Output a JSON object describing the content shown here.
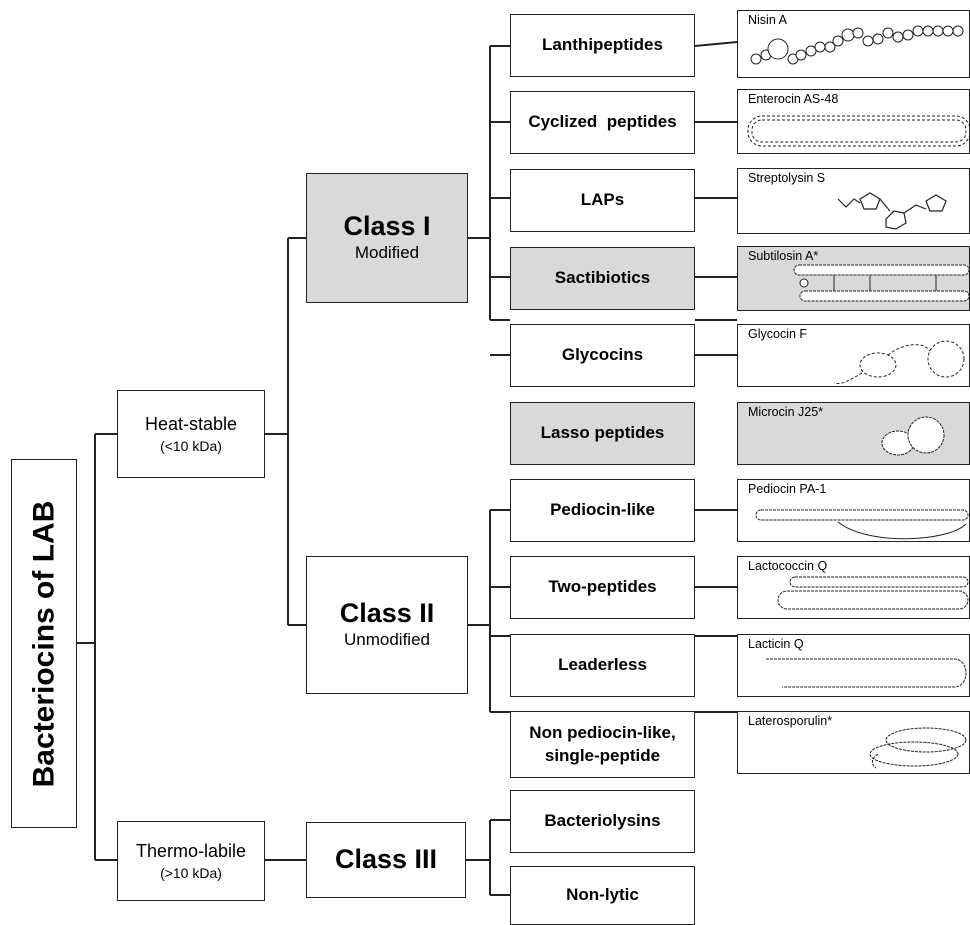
{
  "root": {
    "title": "Bacteriocins of LAB"
  },
  "stability": {
    "heat_stable": {
      "name": "Heat-stable",
      "size": "(<10 kDa)"
    },
    "thermo_labile": {
      "name": "Thermo-labile",
      "size": "(>10 kDa)"
    }
  },
  "classes": {
    "class1": {
      "name": "Class I",
      "desc": "Modified"
    },
    "class2": {
      "name": "Class II",
      "desc": "Unmodified"
    },
    "class3": {
      "name": "Class III"
    }
  },
  "subclasses": {
    "lanthipeptides": {
      "label": "Lanthipeptides",
      "example": "Nisin A"
    },
    "cyclized": {
      "label": "Cyclized  peptides",
      "example": "Enterocin AS-48"
    },
    "laps": {
      "label": "LAPs",
      "example": "Streptolysin S"
    },
    "sactibiotics": {
      "label": "Sactibiotics",
      "example": "Subtilosin A*"
    },
    "glycocins": {
      "label": "Glycocins",
      "example": "Glycocin F"
    },
    "lasso": {
      "label": "Lasso peptides",
      "example": "Microcin J25*"
    },
    "pediocin_like": {
      "label": "Pediocin-like",
      "example": "Pediocin PA-1"
    },
    "two_peptides": {
      "label": "Two-peptides",
      "example": "Lactococcin Q"
    },
    "leaderless": {
      "label": "Leaderless",
      "example": "Lacticin Q"
    },
    "non_pediocin": {
      "label_line1": "Non pediocin-like,",
      "label_line2": "single-peptide",
      "example": "Laterosporulin*"
    },
    "bacteriolysins": {
      "label": "Bacteriolysins"
    },
    "non_lytic": {
      "label": "Non-lytic"
    }
  },
  "colors": {
    "line": "#222222",
    "shaded": "#d9d9d9",
    "box": "#ffffff"
  }
}
